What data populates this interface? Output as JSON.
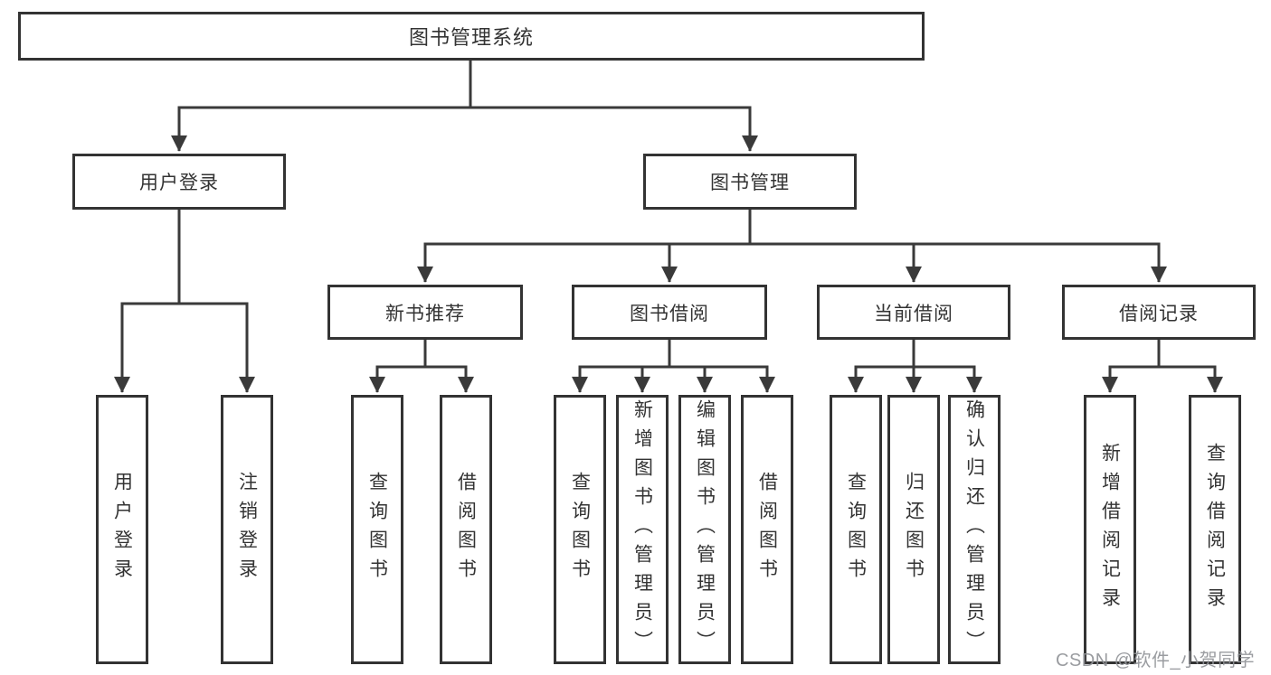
{
  "diagram": {
    "title": "图书管理系统",
    "level2": [
      "用户登录",
      "图书管理"
    ],
    "level3": [
      "新书推荐",
      "图书借阅",
      "当前借阅",
      "借阅记录"
    ],
    "leaves": {
      "user_login": [
        "用户登录",
        "注销登录"
      ],
      "new_books": [
        "查询图书",
        "借阅图书"
      ],
      "borrowing": [
        "查询图书",
        "新增图书（管理员）",
        "编辑图书（管理员）",
        "借阅图书"
      ],
      "current": [
        "查询图书",
        "归还图书",
        "确认归还（管理员）"
      ],
      "records": [
        "新增借阅记录",
        "查询借阅记录"
      ]
    }
  },
  "watermark": "CSDN @软件_小贺同学",
  "colors": {
    "line": "#3a3a3a",
    "box_border": "#333333",
    "text": "#333333",
    "watermark": "#919498",
    "background": "#ffffff"
  }
}
